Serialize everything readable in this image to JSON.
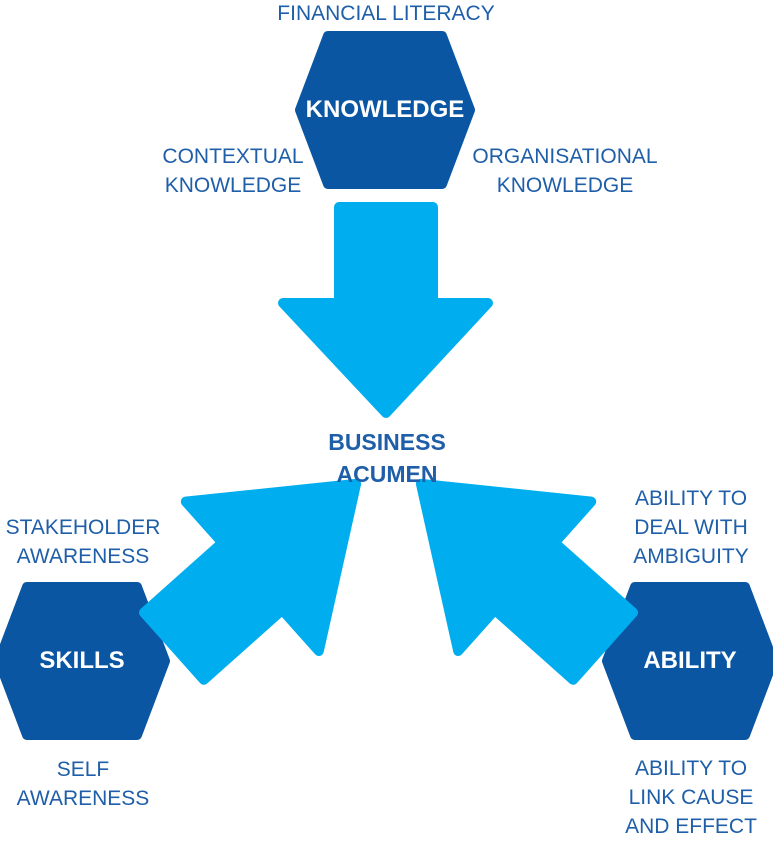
{
  "colors": {
    "hexagon": "#0a56a3",
    "arrow": "#00aeef",
    "text": "#1f5ea8",
    "hexagon_text": "#ffffff"
  },
  "center": {
    "line1": "BUSINESS",
    "line2": "ACUMEN"
  },
  "knowledge": {
    "title": "KNOWLEDGE",
    "top_label": "FINANCIAL LITERACY",
    "left_label": {
      "line1": "CONTEXTUAL",
      "line2": "KNOWLEDGE"
    },
    "right_label": {
      "line1": "ORGANISATIONAL",
      "line2": "KNOWLEDGE"
    }
  },
  "skills": {
    "title": "SKILLS",
    "top_label": {
      "line1": "STAKEHOLDER",
      "line2": "AWARENESS"
    },
    "bottom_label": {
      "line1": "SELF",
      "line2": "AWARENESS"
    }
  },
  "ability": {
    "title": "ABILITY",
    "top_label": {
      "line1": "ABILITY TO",
      "line2": "DEAL WITH",
      "line3": "AMBIGUITY"
    },
    "bottom_label": {
      "line1": "ABILITY TO",
      "line2": "LINK CAUSE",
      "line3": "AND EFFECT"
    }
  }
}
